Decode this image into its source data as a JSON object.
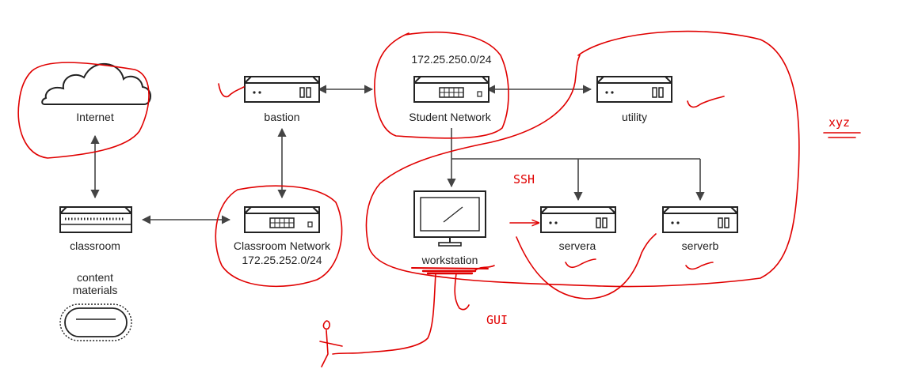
{
  "nodes": {
    "internet": {
      "label": "Internet",
      "icon": "cloud-icon"
    },
    "classroom": {
      "label": "classroom",
      "icon": "server-rack-icon"
    },
    "content": {
      "label_line1": "content",
      "label_line2": "materials",
      "icon": "storage-disk-icon"
    },
    "bastion": {
      "label": "bastion",
      "icon": "server-icon"
    },
    "classroom_network": {
      "label": "Classroom Network",
      "subnet": "172.25.252.0/24",
      "icon": "network-switch-icon"
    },
    "student_network": {
      "label": "Student Network",
      "subnet": "172.25.250.0/24",
      "icon": "network-switch-icon"
    },
    "utility": {
      "label": "utility",
      "icon": "server-icon"
    },
    "workstation": {
      "label": "workstation",
      "icon": "monitor-icon"
    },
    "servera": {
      "label": "servera",
      "icon": "server-icon"
    },
    "serverb": {
      "label": "serverb",
      "icon": "server-icon"
    }
  },
  "annotations": {
    "ssh": "SSH",
    "gui": "GUI",
    "xyz": "xyz"
  },
  "colors": {
    "line": "#444444",
    "icon_stroke": "#222222",
    "ink": "#e00000"
  }
}
